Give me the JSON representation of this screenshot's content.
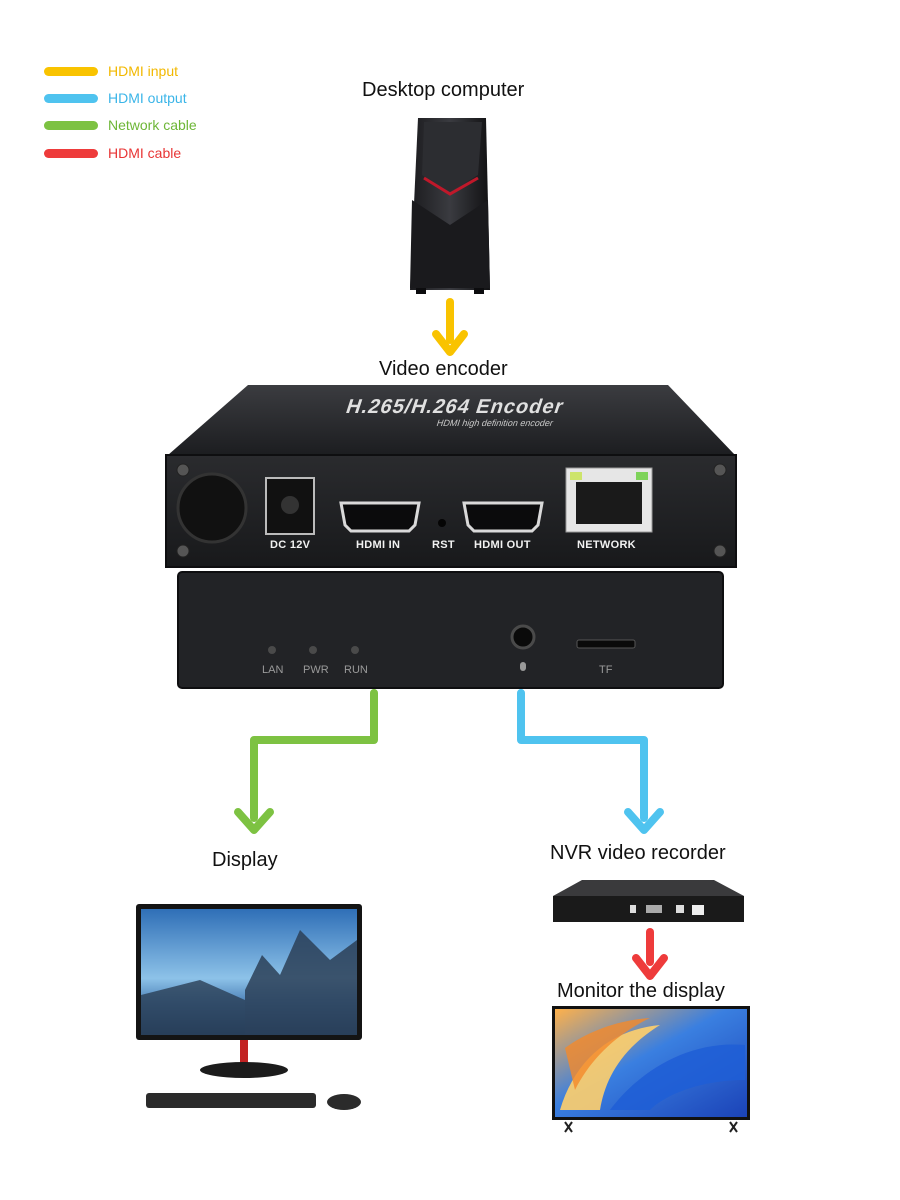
{
  "legend": [
    {
      "label": "HDMI input",
      "color": "#F9C300"
    },
    {
      "label": "HDMI output",
      "color": "#4FC3EF"
    },
    {
      "label": "Network cable",
      "color": "#7DC242"
    },
    {
      "label": "HDMI cable",
      "color": "#EE3B3B"
    }
  ],
  "nodes": {
    "desktop": "Desktop computer",
    "encoder": "Video encoder",
    "display": "Display",
    "nvr": "NVR video recorder",
    "monitor": "Monitor the display"
  },
  "encoder_device": {
    "top_text": "H.265/H.264 Encoder",
    "top_subtext": "HDMI high definition encoder",
    "ports": [
      "DC 12V",
      "HDMI IN",
      "RST",
      "HDMI OUT",
      "NETWORK"
    ],
    "front": [
      "LAN",
      "PWR",
      "RUN",
      "TF"
    ]
  },
  "connections": [
    {
      "from": "desktop",
      "to": "encoder",
      "color": "#F9C300"
    },
    {
      "from": "encoder",
      "to": "display",
      "color": "#7DC242"
    },
    {
      "from": "encoder",
      "to": "nvr",
      "color": "#4FC3EF"
    },
    {
      "from": "nvr",
      "to": "monitor",
      "color": "#EE3B3B"
    }
  ],
  "icons": [
    "desktop-tower-icon",
    "encoder-device-icon",
    "monitor-keyboard-icon",
    "nvr-recorder-icon",
    "tv-icon"
  ]
}
